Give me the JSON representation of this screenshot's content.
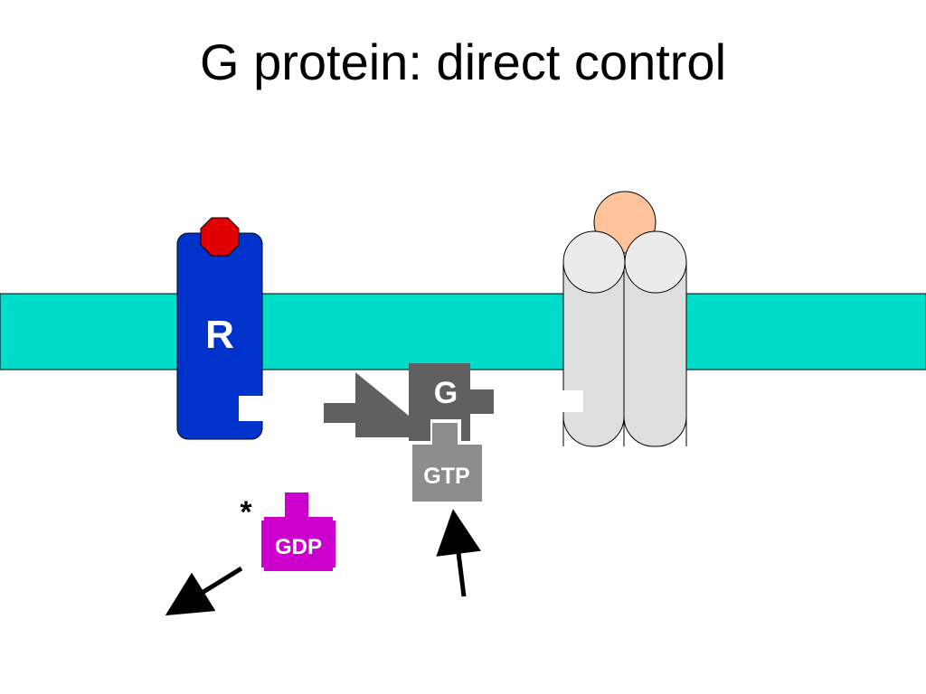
{
  "title": "G protein: direct control",
  "labels": {
    "receptor": "R",
    "g_protein": "G",
    "gtp": "GTP",
    "gdp": "GDP",
    "asterisk": "*"
  },
  "colors": {
    "membrane": "#00DCC8",
    "receptor": "#0033CC",
    "ligand": "#E00000",
    "g_protein": "#606060",
    "gtp": "#8C8C8C",
    "gdp": "#CC00CC",
    "channel_body": "#DEDEDE",
    "channel_top": "#EBEBEB",
    "channel_ligand": "#FFC39B"
  },
  "icons": {
    "ligand": "octagon",
    "arrow_gdp": "arrow-down-left",
    "arrow_gtp": "arrow-up"
  }
}
